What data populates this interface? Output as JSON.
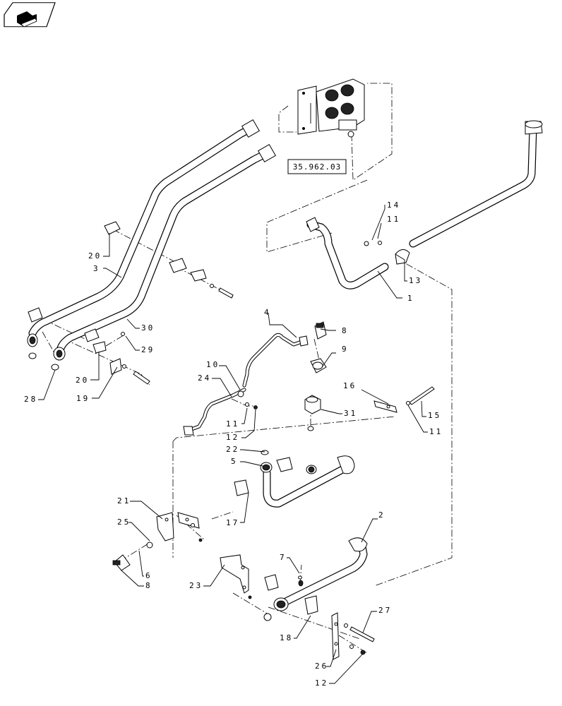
{
  "reference_box": {
    "label": "35.962.03"
  },
  "callouts": [
    {
      "id": "c1",
      "text": "1"
    },
    {
      "id": "c2",
      "text": "2"
    },
    {
      "id": "c3",
      "text": "3"
    },
    {
      "id": "c4",
      "text": "4"
    },
    {
      "id": "c5",
      "text": "5"
    },
    {
      "id": "c6",
      "text": "6"
    },
    {
      "id": "c7",
      "text": "7"
    },
    {
      "id": "c8a",
      "text": "8"
    },
    {
      "id": "c8b",
      "text": "8"
    },
    {
      "id": "c9",
      "text": "9"
    },
    {
      "id": "c10",
      "text": "10"
    },
    {
      "id": "c11a",
      "text": "11"
    },
    {
      "id": "c11b",
      "text": "11"
    },
    {
      "id": "c11c",
      "text": "11"
    },
    {
      "id": "c12a",
      "text": "12"
    },
    {
      "id": "c12b",
      "text": "12"
    },
    {
      "id": "c13",
      "text": "13"
    },
    {
      "id": "c14",
      "text": "14"
    },
    {
      "id": "c15",
      "text": "15"
    },
    {
      "id": "c16",
      "text": "16"
    },
    {
      "id": "c17",
      "text": "17"
    },
    {
      "id": "c18",
      "text": "18"
    },
    {
      "id": "c19",
      "text": "19"
    },
    {
      "id": "c20a",
      "text": "20"
    },
    {
      "id": "c20b",
      "text": "20"
    },
    {
      "id": "c21",
      "text": "21"
    },
    {
      "id": "c22",
      "text": "22"
    },
    {
      "id": "c23",
      "text": "23"
    },
    {
      "id": "c24",
      "text": "24"
    },
    {
      "id": "c25",
      "text": "25"
    },
    {
      "id": "c26",
      "text": "26"
    },
    {
      "id": "c27",
      "text": "27"
    },
    {
      "id": "c28",
      "text": "28"
    },
    {
      "id": "c29",
      "text": "29"
    },
    {
      "id": "c30",
      "text": "30"
    },
    {
      "id": "c31",
      "text": "31"
    }
  ],
  "icons": {
    "nav_icon": "book-page-icon"
  }
}
